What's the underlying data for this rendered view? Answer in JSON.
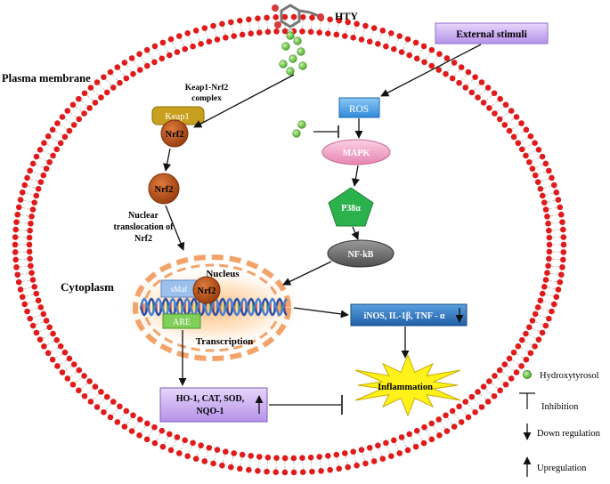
{
  "compound": {
    "label": "HTY"
  },
  "membrane": {
    "label": "Plasma membrane"
  },
  "cytoplasm": {
    "label": "Cytoplasm"
  },
  "external_stimuli": {
    "label": "External stimuli"
  },
  "keap_complex": {
    "label_line1": "Keap1-Nrf2",
    "label_line2": "complex"
  },
  "keap1": {
    "label": "Keap1"
  },
  "nrf2": {
    "label": "Nrf2"
  },
  "nuclear_translocation": {
    "line1": "Nuclear",
    "line2": "translocation of",
    "line3": "Nrf2"
  },
  "nucleus": {
    "label": "Nucleus"
  },
  "smaf": {
    "label": "sMaf"
  },
  "are": {
    "label": "ARE"
  },
  "transcription": {
    "label": "Transcription"
  },
  "ros": {
    "label": "ROS"
  },
  "mapk": {
    "label": "MAPK"
  },
  "p38": {
    "label": "P38α"
  },
  "nfkb": {
    "label": "NF-kB"
  },
  "cytokines": {
    "label": "iNOS, IL-1β, TNF - α"
  },
  "inflammation": {
    "label": "Inflammation"
  },
  "antioxidants": {
    "line1": "HO-1, CAT, SOD,",
    "line2": "NQO-1"
  },
  "legend": {
    "items": [
      {
        "label": "Hydroxytyrosol"
      },
      {
        "label": "Inhibition"
      },
      {
        "label": "Down regulation"
      },
      {
        "label": "Upregulation"
      }
    ]
  },
  "colors": {
    "membrane_head": "#e01b1b",
    "external_box": "#c9a6f0",
    "keap1": "#c8a21c",
    "nrf2": "#b8501a",
    "ros": "#4aa4e8",
    "mapk": "#f2a0c4",
    "p38": "#2bb24c",
    "nfkb": "#6f6f6f",
    "cytokines": "#2f7bc1",
    "inflammation": "#fff21a",
    "antioxidants": "#c7a7ef",
    "are": "#7fcf58",
    "smaf": "#8fb7e8",
    "hydroxytyrosol": "#7fd15a"
  }
}
